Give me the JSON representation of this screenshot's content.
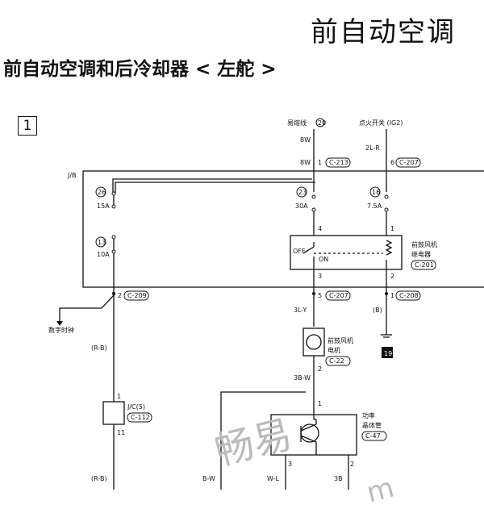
{
  "header": {
    "title_large": "前自动空调",
    "title_section": "前自动空调和后冷却器 < 左舵 >",
    "section_number": "1"
  },
  "diagram": {
    "source_fusible": "易熔线",
    "fusible_num": "20",
    "source_ig": "点火开关 (IG2)",
    "jb_label": "J/B",
    "wire_8w": "8W",
    "wire_2lr": "2L-R",
    "wire_3ly": "3L-Y",
    "wire_3bw": "3B-W",
    "wire_rb": "(R-B)",
    "wire_b": "(B)",
    "wire_bw": "B-W",
    "wire_wl": "W-L",
    "wire_3b": "3B",
    "conn_c213": "C-213",
    "conn_c207": "C-207",
    "conn_c209": "C-209",
    "conn_c208": "C-208",
    "conn_c201": "C-201",
    "conn_c22": "C-22",
    "conn_c112": "C-112",
    "conn_c47": "C-47",
    "fuse26_num": "26",
    "fuse26_rating": "15A",
    "fuse23_num": "23",
    "fuse23_rating": "30A",
    "fuse16_num": "16",
    "fuse16_rating": "7.5A",
    "fuse13_num": "13",
    "fuse13_rating": "10A",
    "relay_label_1": "前鼓风机",
    "relay_label_2": "继电器",
    "relay_off": "OFF",
    "relay_on": "ON",
    "motor_label_1": "前鼓风机",
    "motor_label_2": "电机",
    "jc_label": "J/C(5)",
    "transistor_label_1": "功率",
    "transistor_label_2": "晶体管",
    "clock_label": "数字时钟",
    "ground_ref": "19",
    "pin_1": "1",
    "pin_2": "2",
    "pin_3": "3",
    "pin_4": "4",
    "pin_5": "5",
    "pin_6": "6",
    "pin_11": "11"
  },
  "watermark": {
    "text": "畅易",
    "text2": "m"
  }
}
